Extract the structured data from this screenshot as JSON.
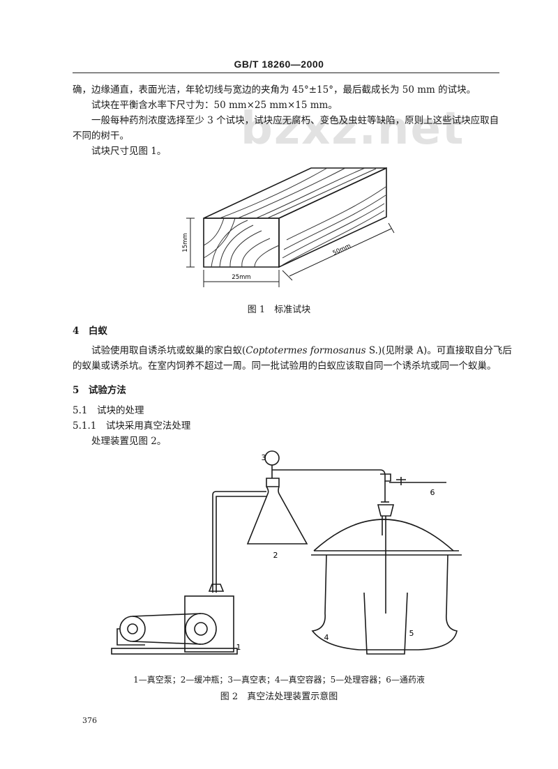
{
  "header": {
    "standard_no": "GB/T 18260—2000"
  },
  "watermark": "bzxz.net",
  "paragraphs": {
    "p1": "确，边缘通直，表面光洁，年轮切线与宽边的夹角为 45°±15°，最后截成长为 50 mm 的试块。",
    "p2": "试块在平衡含水率下尺寸为：50 mm×25 mm×15 mm。",
    "p3a": "一般每种药剂浓度选择至少 3 个试块，试块应无腐朽、变色及虫蛀等缺陷，原则上这些试块应取自",
    "p3b": "不同的树干。",
    "p4": "试块尺寸见图 1。"
  },
  "figure1": {
    "dim_height": "15mm",
    "dim_width": "25mm",
    "dim_length": "50mm",
    "caption": "图 1　标准试块"
  },
  "section4": {
    "heading": "4　白蚁",
    "text_a_pre": "试验使用取自诱杀坑或蚁巢的家白蚁(",
    "text_a_italic": "Coptotermes formosanus",
    "text_a_post": " S.)(见附录 A)。可直接取自分飞后",
    "text_b": "的蚁巢或诱杀坑。在室内饲养不超过一周。同一批试验用的白蚁应该取自同一个诱杀坑或同一个蚁巢。"
  },
  "section5": {
    "heading": "5　试验方法",
    "h51": "5.1　试块的处理",
    "h511": "5.1.1　试块采用真空法处理",
    "text": "处理装置见图 2。"
  },
  "figure2": {
    "labels": {
      "l1": "1",
      "l2": "2",
      "l3": "3",
      "l4": "4",
      "l5": "5",
      "l6": "6"
    },
    "legend": "1—真空泵；2—缓冲瓶；3—真空表；4—真空容器；5—处理容器；6—通药液",
    "caption": "图 2　真空法处理装置示意图"
  },
  "page_number": "376"
}
